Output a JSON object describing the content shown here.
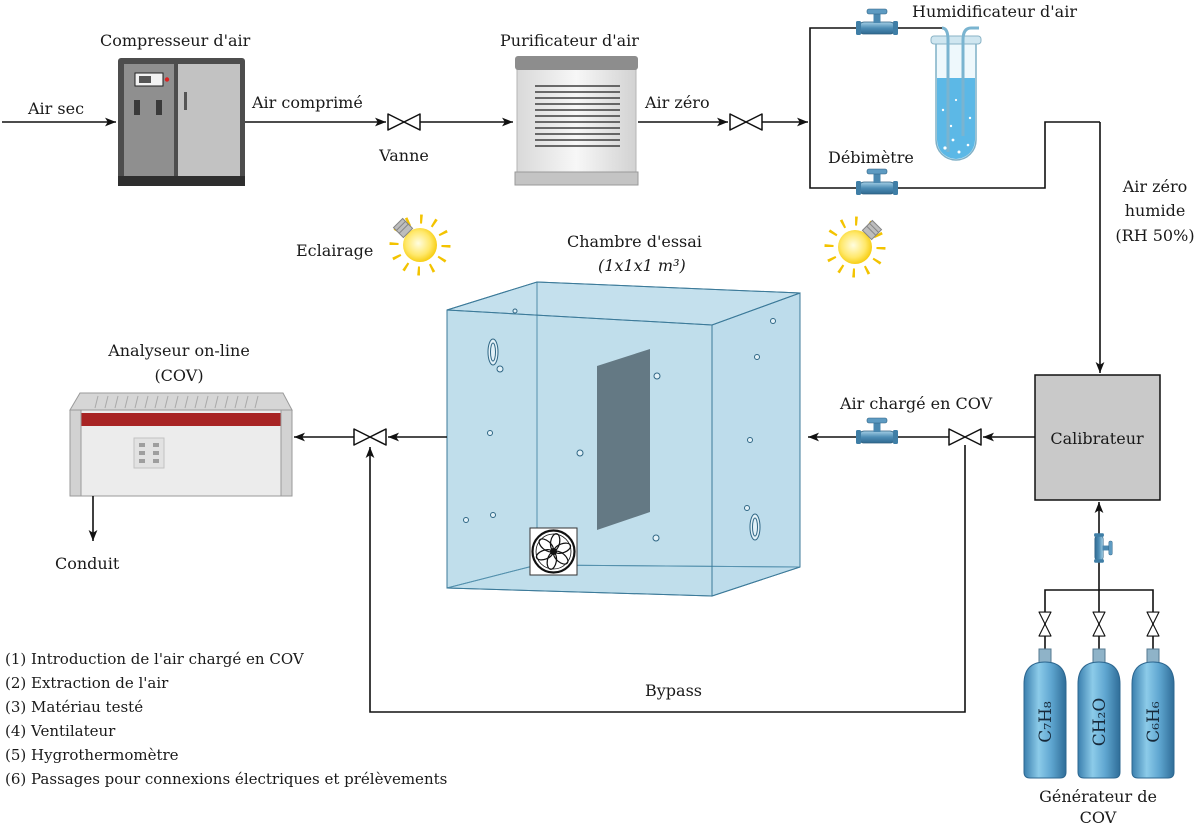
{
  "inlet": {
    "label": "Air sec"
  },
  "compressor": {
    "label": "Compresseur d'air"
  },
  "compressed_air": {
    "label": "Air comprimé"
  },
  "valve": {
    "label": "Vanne"
  },
  "purifier": {
    "label": "Purificateur d'air"
  },
  "zero_air": {
    "label": "Air zéro"
  },
  "humidifier": {
    "label": "Humidificateur d'air"
  },
  "flowmeter": {
    "label": "Débimètre"
  },
  "humid_zero_air": {
    "line1": "Air zéro",
    "line2": "humide",
    "line3": "(RH 50%)"
  },
  "lighting": {
    "label": "Eclairage"
  },
  "chamber": {
    "title": "Chambre d'essai",
    "dimensions": "(1x1x1 m³)"
  },
  "analyzer": {
    "line1": "Analyseur on-line",
    "line2": "(COV)"
  },
  "voc_loaded_air": {
    "label": "Air chargé en COV"
  },
  "calibrator": {
    "label": "Calibrateur"
  },
  "exhaust": {
    "label": "Conduit"
  },
  "bypass": {
    "label": "Bypass"
  },
  "voc_generator": {
    "line1": "Générateur de",
    "line2": "COV",
    "cylinders": [
      "C₇H₈",
      "CH₂O",
      "C₆H₆"
    ]
  },
  "legend": [
    "(1) Introduction de l'air chargé en COV",
    "(2) Extraction de l'air",
    "(3) Matériau testé",
    "(4) Ventilateur",
    "(5) Hygrothermomètre",
    "(6) Passages pour connexions électriques et prélèvements"
  ],
  "colors": {
    "chamber": "#8cc3dc",
    "tested_material": "#545a5f",
    "calibrator": "#c9c9c9",
    "water": "#5cb8e6",
    "analyzer_stripe": "#a82424"
  }
}
